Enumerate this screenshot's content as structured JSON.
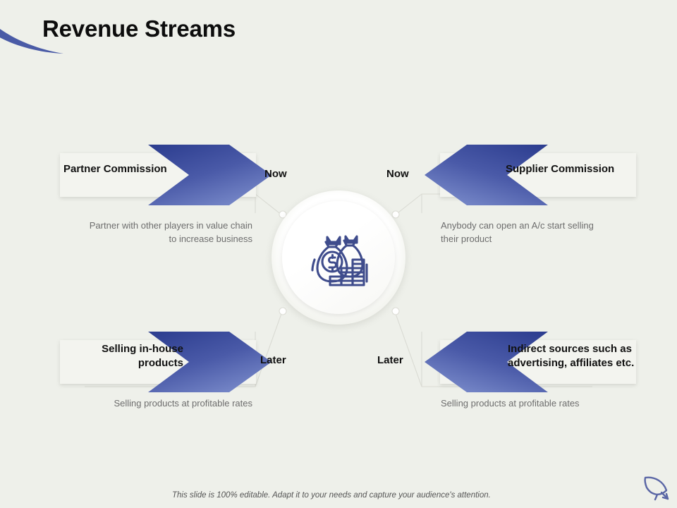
{
  "slide": {
    "title": "Revenue Streams",
    "background_color": "#eef0ea",
    "accent_color": "#3a4b9e",
    "footer_note": "This slide is 100% editable. Adapt it to your needs and capture your audience's attention."
  },
  "center": {
    "icon": "money-bags-coins-icon"
  },
  "phases": {
    "now_left": "Now",
    "now_right": "Now",
    "later_left": "Later",
    "later_right": "Later"
  },
  "quadrants": [
    {
      "id": "partner-commission",
      "label": "Partner Commission",
      "description": "Partner with other players in value chain to increase business",
      "phase": "Now",
      "direction": "right"
    },
    {
      "id": "supplier-commission",
      "label": "Supplier Commission",
      "description": "Anybody can open an A/c start selling their product",
      "phase": "Now",
      "direction": "left"
    },
    {
      "id": "selling-in-house-products",
      "label": "Selling in-house products",
      "description": "Selling products at profitable rates",
      "phase": "Later",
      "direction": "right"
    },
    {
      "id": "indirect-sources",
      "label": "Indirect sources such as advertising, affiliates etc.",
      "description": "Selling products at profitable rates",
      "phase": "Later",
      "direction": "left"
    }
  ]
}
